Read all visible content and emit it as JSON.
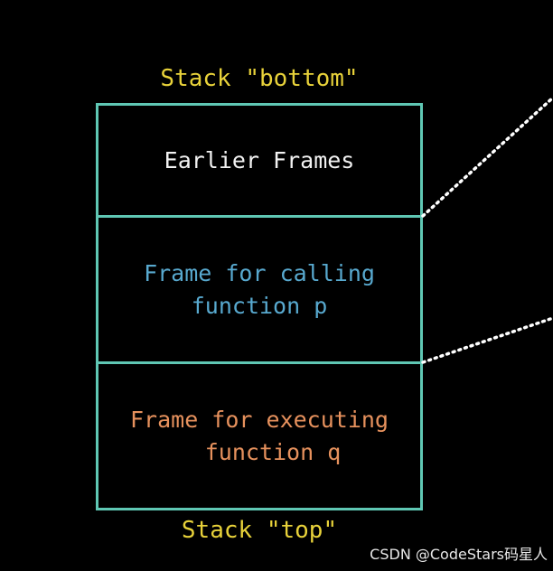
{
  "labels": {
    "bottom": "Stack \"bottom\"",
    "top": "Stack \"top\""
  },
  "frames": [
    {
      "line1": "Earlier Frames",
      "line2": "",
      "color": "#f2f2f2"
    },
    {
      "line1": "Frame for calling",
      "line2": "function p",
      "color": "#58a9cf"
    },
    {
      "line1": "Frame for executing",
      "line2": "function q",
      "color": "#e6915d"
    }
  ],
  "colors": {
    "background": "#000000",
    "border": "#5fc7b4",
    "stack_label": "#e8d23a",
    "connector": "#ffffff"
  },
  "watermark": "CSDN @CodeStars码星人"
}
